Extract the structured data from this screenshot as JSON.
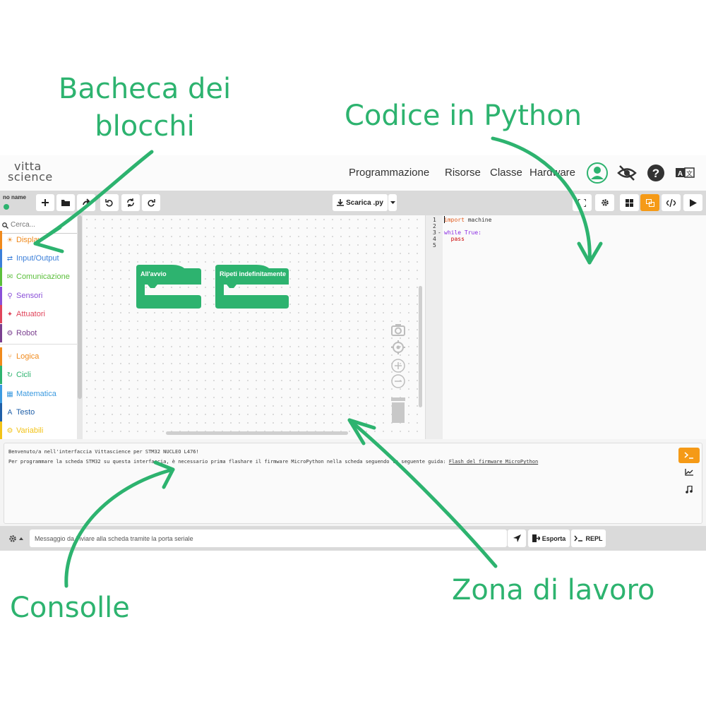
{
  "annotations": {
    "blocks_board": [
      "Bacheca dei",
      "blocchi"
    ],
    "python_code": "Codice in Python",
    "console": "Consolle",
    "workspace": "Zona di lavoro"
  },
  "colors": {
    "annotation": "#2db36f",
    "accent_orange": "#f59a17",
    "block_green": "#2db36f"
  },
  "app": {
    "logo": [
      "vitta",
      "science"
    ],
    "nav": {
      "programming": "Programmazione",
      "resources": "Risorse",
      "class": "Classe",
      "hardware": "Hardware"
    },
    "nav_icons": [
      "user-avatar-icon",
      "eye-slash-icon",
      "help-icon",
      "translate-icon"
    ],
    "toolbar": {
      "project_name": "no name",
      "download_label": "Scarica .py",
      "left_icons": [
        "plus-icon",
        "folder-icon",
        "share-icon",
        "undo-icon",
        "sync-icon",
        "redo-icon"
      ],
      "right_icons": [
        "fullscreen-icon",
        "settings-icon",
        "blocks-view-icon",
        "split-view-icon",
        "code-view-icon",
        "play-icon"
      ]
    },
    "sidebar": {
      "search_placeholder": "Cerca...",
      "categories": [
        {
          "label": "Display",
          "color": "#f08a1c"
        },
        {
          "label": "Input/Output",
          "color": "#3b7fd9"
        },
        {
          "label": "Comunicazione",
          "color": "#5bbf3b"
        },
        {
          "label": "Sensori",
          "color": "#8a4fd8"
        },
        {
          "label": "Attuatori",
          "color": "#e0455b"
        },
        {
          "label": "Robot",
          "color": "#7a3f8f"
        },
        {
          "label": "Logica",
          "color": "#f08a1c"
        },
        {
          "label": "Cicli",
          "color": "#2db36f"
        },
        {
          "label": "Matematica",
          "color": "#3b9ae0"
        },
        {
          "label": "Testo",
          "color": "#1f5fa8"
        },
        {
          "label": "Variabili",
          "color": "#f2c318"
        }
      ]
    },
    "workspace": {
      "blocks": [
        "All'avvio",
        "Ripeti indefinitamente"
      ],
      "tools": [
        "camera-icon",
        "target-icon",
        "zoom-in-icon",
        "zoom-out-icon",
        "trash-icon"
      ]
    },
    "code": {
      "line_numbers": [
        "1",
        "2",
        "3",
        "4",
        "5"
      ],
      "lines": [
        {
          "a": "import",
          "b": " machine"
        },
        {
          "a": "",
          "b": ""
        },
        {
          "a": "while",
          "b": " True:"
        },
        {
          "a": "  pass",
          "b": ""
        },
        {
          "a": "",
          "b": ""
        }
      ]
    },
    "console": {
      "line1": "Benvenuto/a nell'interfaccia Vittascience per STM32 NUCLEO L476!",
      "line2": "Per programmare la scheda STM32 su questa interfaccia, è necessario prima flashare il firmware MicroPython nella scheda seguendo la seguente guida: ",
      "link": "Flash del firmware MicroPython",
      "side_icons": [
        "terminal-icon",
        "chart-icon",
        "music-icon"
      ]
    },
    "bottom": {
      "message_placeholder": "Messaggio da inviare alla scheda tramite la porta seriale",
      "export_label": "Esporta",
      "repl_label": "REPL"
    }
  }
}
